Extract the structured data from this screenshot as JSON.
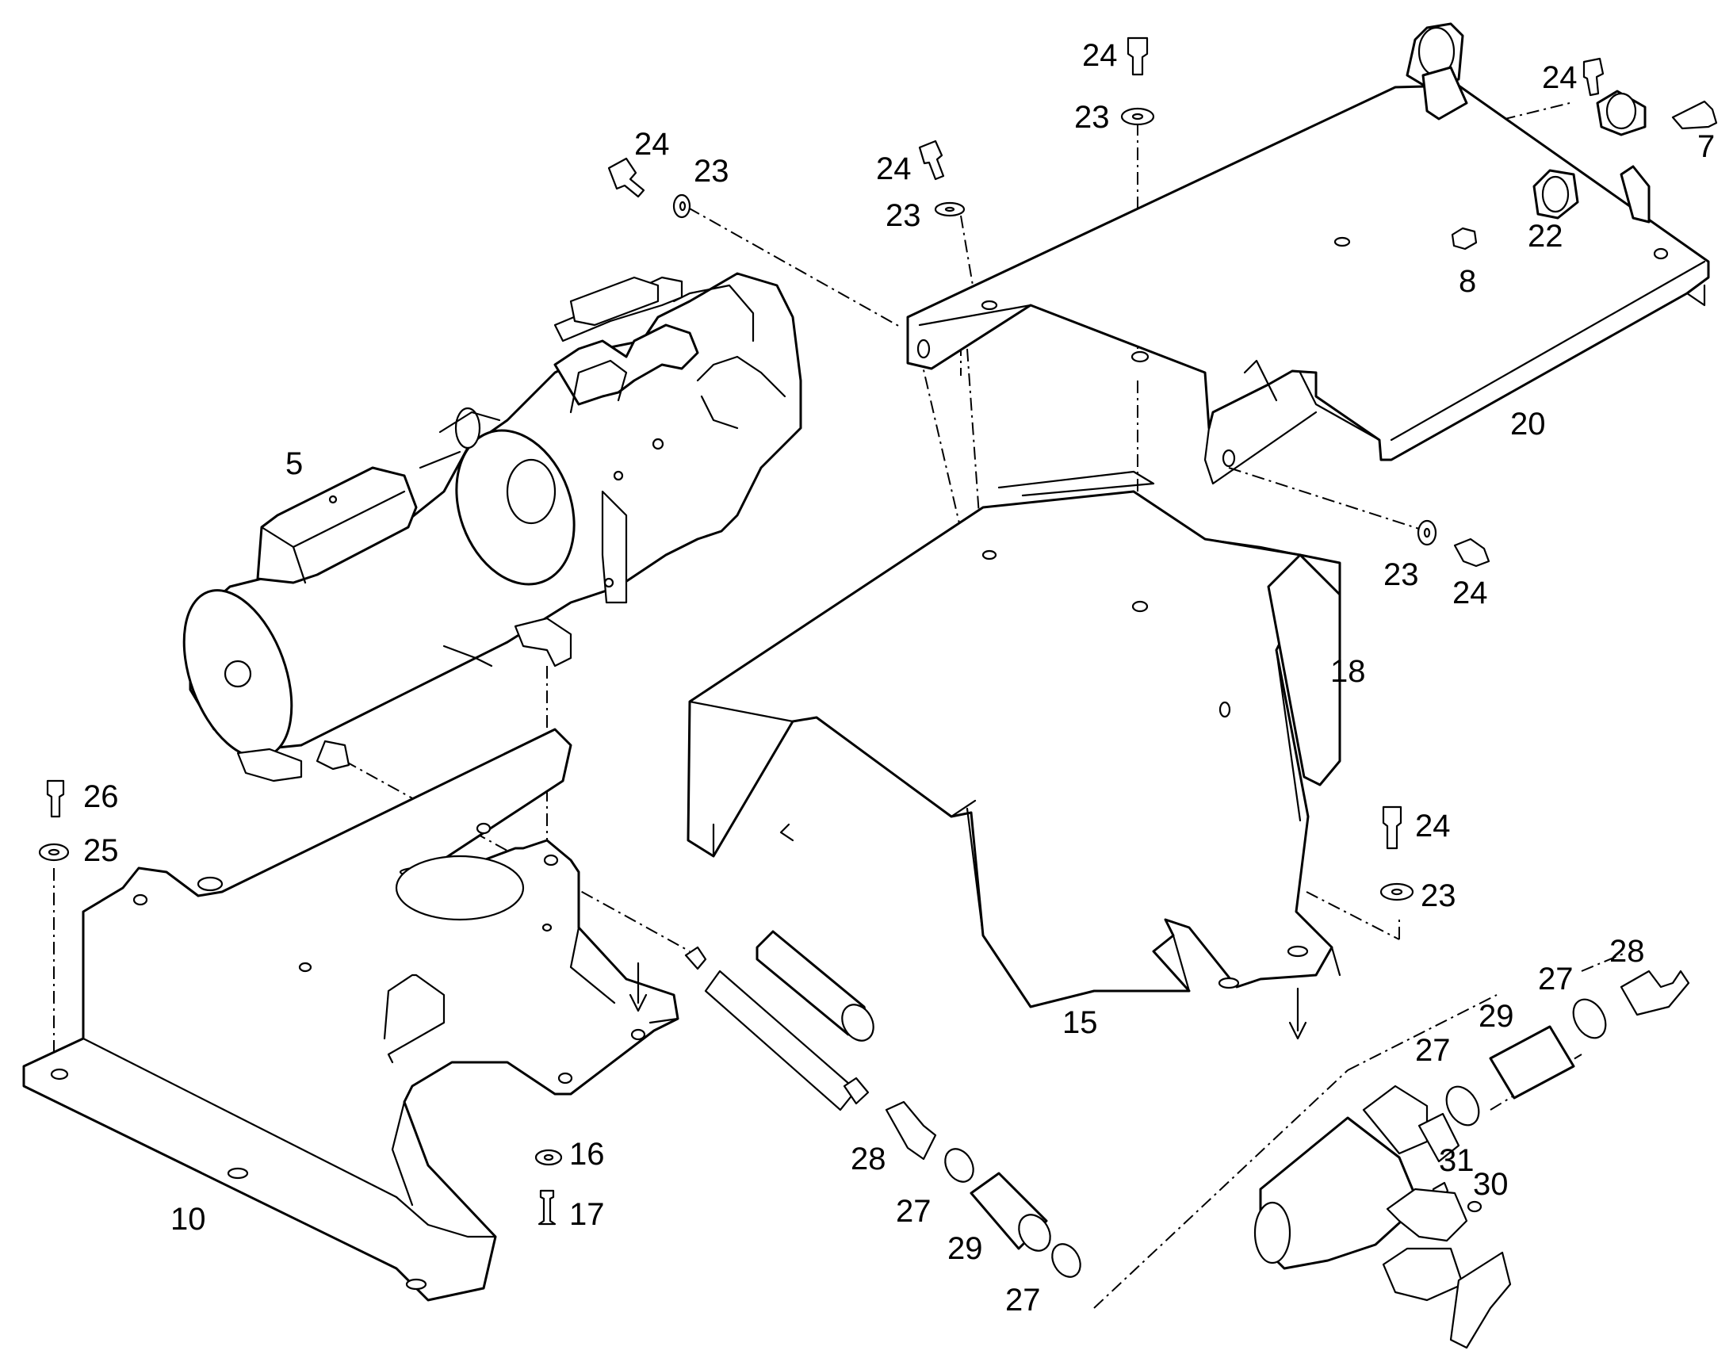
{
  "callouts": {
    "c5": "5",
    "c7": "7",
    "c8": "8",
    "c10": "10",
    "c15": "15",
    "c16": "16",
    "c17": "17",
    "c18": "18",
    "c20": "20",
    "c22": "22",
    "c23a": "23",
    "c23b": "23",
    "c23c": "23",
    "c23d": "23",
    "c23e": "23",
    "c24a": "24",
    "c24b": "24",
    "c24c": "24",
    "c24d": "24",
    "c24e": "24",
    "c24f": "24",
    "c25": "25",
    "c26": "26",
    "c27a": "27",
    "c27b": "27",
    "c27c": "27",
    "c27d": "27",
    "c28a": "28",
    "c28b": "28",
    "c29a": "29",
    "c29b": "29",
    "c30": "30",
    "c31": "31"
  }
}
